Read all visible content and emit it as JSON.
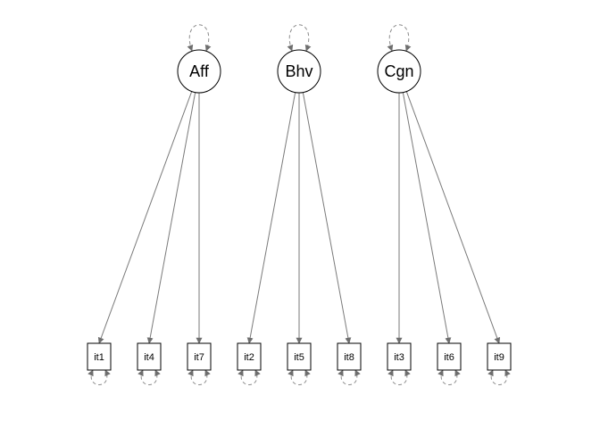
{
  "diagram": {
    "type": "path-diagram",
    "colors": {
      "line": "#7a7a7a",
      "arrowhead": "#6e6e6e",
      "node_border": "#000000",
      "background": "#ffffff"
    },
    "latents": [
      {
        "id": "Aff",
        "label": "Aff"
      },
      {
        "id": "Bhv",
        "label": "Bhv"
      },
      {
        "id": "Cgn",
        "label": "Cgn"
      }
    ],
    "indicators": [
      {
        "id": "it1",
        "label": "it1"
      },
      {
        "id": "it4",
        "label": "it4"
      },
      {
        "id": "it7",
        "label": "it7"
      },
      {
        "id": "it2",
        "label": "it2"
      },
      {
        "id": "it5",
        "label": "it5"
      },
      {
        "id": "it8",
        "label": "it8"
      },
      {
        "id": "it3",
        "label": "it3"
      },
      {
        "id": "it6",
        "label": "it6"
      },
      {
        "id": "it9",
        "label": "it9"
      }
    ],
    "loadings": [
      {
        "from": "Aff",
        "to": "it1"
      },
      {
        "from": "Aff",
        "to": "it4"
      },
      {
        "from": "Aff",
        "to": "it7"
      },
      {
        "from": "Bhv",
        "to": "it2"
      },
      {
        "from": "Bhv",
        "to": "it5"
      },
      {
        "from": "Bhv",
        "to": "it8"
      },
      {
        "from": "Cgn",
        "to": "it3"
      },
      {
        "from": "Cgn",
        "to": "it6"
      },
      {
        "from": "Cgn",
        "to": "it9"
      }
    ]
  }
}
